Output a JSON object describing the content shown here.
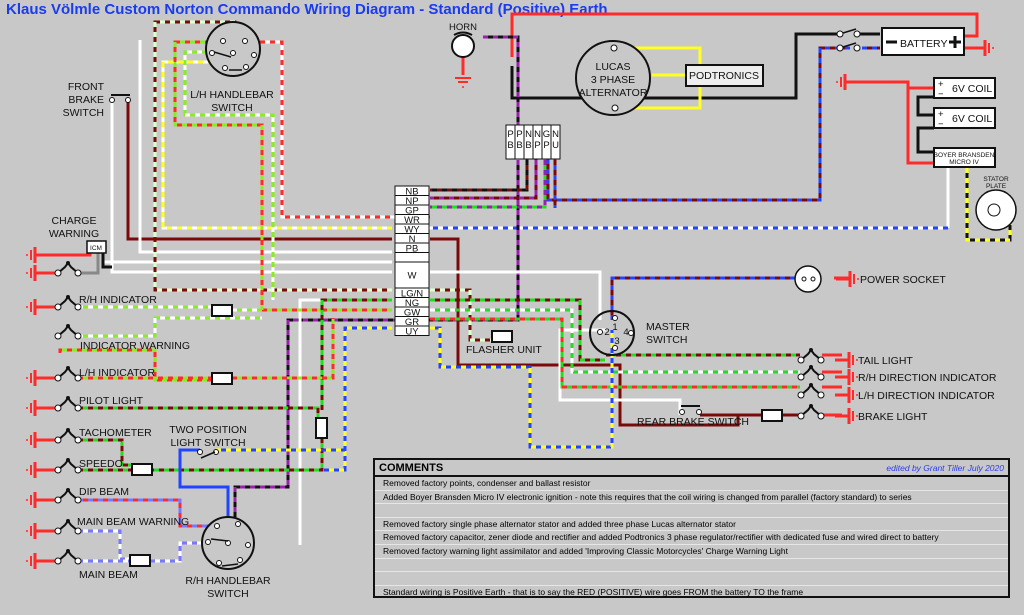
{
  "title": "Klaus Völmle Custom Norton Commando Wiring Diagram - Standard (Positive) Earth",
  "components": {
    "horn": "HORN",
    "alternator": [
      "LUCAS",
      "3 PHASE",
      "ALTERNATOR"
    ],
    "regulator": "PODTRONICS",
    "battery": "BATTERY",
    "battery_minus": "−",
    "battery_plus": "+",
    "coil1": "6V COIL",
    "coil2": "6V COIL",
    "ignition": [
      "BOYER BRANSDEN",
      "MICRO IV"
    ],
    "stator": [
      "STATOR",
      "PLATE"
    ],
    "lh_switch": [
      "L/H HANDLEBAR",
      "SWITCH"
    ],
    "rh_switch": [
      "R/H HANDLEBAR",
      "SWITCH"
    ],
    "front_brake": [
      "FRONT",
      "BRAKE",
      "SWITCH"
    ],
    "charge_warning": [
      "CHARGE",
      "WARNING"
    ],
    "icm": "ICM",
    "master_switch": [
      "MASTER",
      "SWITCH"
    ],
    "master_terminals": [
      "1",
      "2",
      "3",
      "4"
    ],
    "flasher": "FLASHER UNIT",
    "two_pos": [
      "TWO POSITION",
      "LIGHT SWITCH"
    ],
    "rear_brake": "REAR BRAKE SWITCH",
    "power_socket": "POWER SOCKET",
    "coil_plus": "+",
    "coil_minus": "−"
  },
  "connector_top": [
    [
      "P",
      "B"
    ],
    [
      "P",
      "B"
    ],
    [
      "N",
      "B"
    ],
    [
      "N",
      "P"
    ],
    [
      "G",
      "P"
    ],
    [
      "N",
      "U"
    ]
  ],
  "connector_main": [
    "NB",
    "NP",
    "GP",
    "WR",
    "WY",
    "N",
    "PB",
    "",
    "W",
    "LG/N",
    "NG",
    "GW",
    "GR",
    "UY"
  ],
  "left_lamps": [
    "R/H INDICATOR",
    "INDICATOR WARNING",
    "L/H INDICATOR",
    "PILOT LIGHT",
    "TACHOMETER",
    "SPEEDO",
    "DIP BEAM",
    "MAIN BEAM WARNING",
    "MAIN BEAM"
  ],
  "right_lamps": [
    "TAIL LIGHT",
    "R/H DIRECTION INDICATOR",
    "L/H DIRECTION INDICATOR",
    "BRAKE LIGHT"
  ],
  "wire_colors": {
    "red": "#ff2a2a",
    "brown": "#7a0a0a",
    "green": "#22dd22",
    "lightgreen": "#88ee22",
    "white": "#ffffff",
    "yellow": "#ffff22",
    "blue": "#2244ff",
    "purple": "#9922aa",
    "black": "#111111",
    "palegreen": "#ddffcc",
    "ltblue": "#7777ff"
  },
  "comments": {
    "header": "COMMENTS",
    "editor": "edited by Grant Tiller July 2020",
    "rows": [
      "Removed factory points, condenser and ballast resistor",
      "Added Boyer Bransden Micro IV electronic ignition - note this requires that the coil wiring is changed from parallel (factory standard) to series",
      "",
      "Removed factory single phase alternator stator and added three phase Lucas alternator stator",
      "Removed factory capacitor, zener diode and rectifier and added Podtronics 3 phase regulator/rectifier with dedicated fuse and wired direct to battery",
      "Removed factory warning light assimilator and added 'Improving Classic Motorcycles' Charge Warning Light",
      "",
      "",
      "Standard wiring is Positive Earth - that is to say the RED (POSITIVE) wire goes FROM the battery TO the frame"
    ]
  }
}
